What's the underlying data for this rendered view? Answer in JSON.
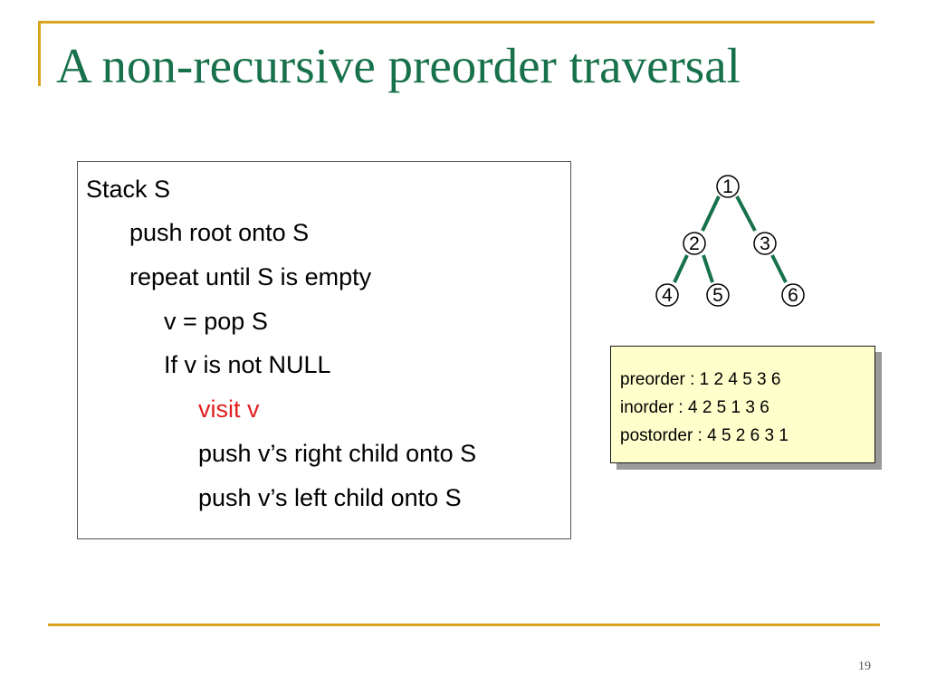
{
  "slide": {
    "title": "A non-recursive preorder traversal",
    "page_number": "19",
    "colors": {
      "title": "#17714a",
      "accent_rule": "#d9a521",
      "tree_edge": "#17714a",
      "highlight": "#e31e1e",
      "callout_fill": "#ffffcc"
    }
  },
  "algorithm": {
    "lines": [
      "Stack S",
      "push root onto S",
      "repeat until S is empty",
      "v = pop S",
      "If v is not NULL",
      "visit v",
      "push v’s right child onto S",
      "push v’s left child onto S"
    ],
    "highlighted_line": "visit v"
  },
  "tree": {
    "nodes": [
      "1",
      "2",
      "3",
      "4",
      "5",
      "6"
    ],
    "edges": [
      [
        "1",
        "2"
      ],
      [
        "1",
        "3"
      ],
      [
        "2",
        "4"
      ],
      [
        "2",
        "5"
      ],
      [
        "3",
        "6"
      ]
    ]
  },
  "orders": {
    "preorder": "preorder : 1 2 4 5 3 6",
    "inorder": "inorder : 4 2 5 1 3 6",
    "postorder": "postorder : 4 5 2 6 3 1"
  }
}
